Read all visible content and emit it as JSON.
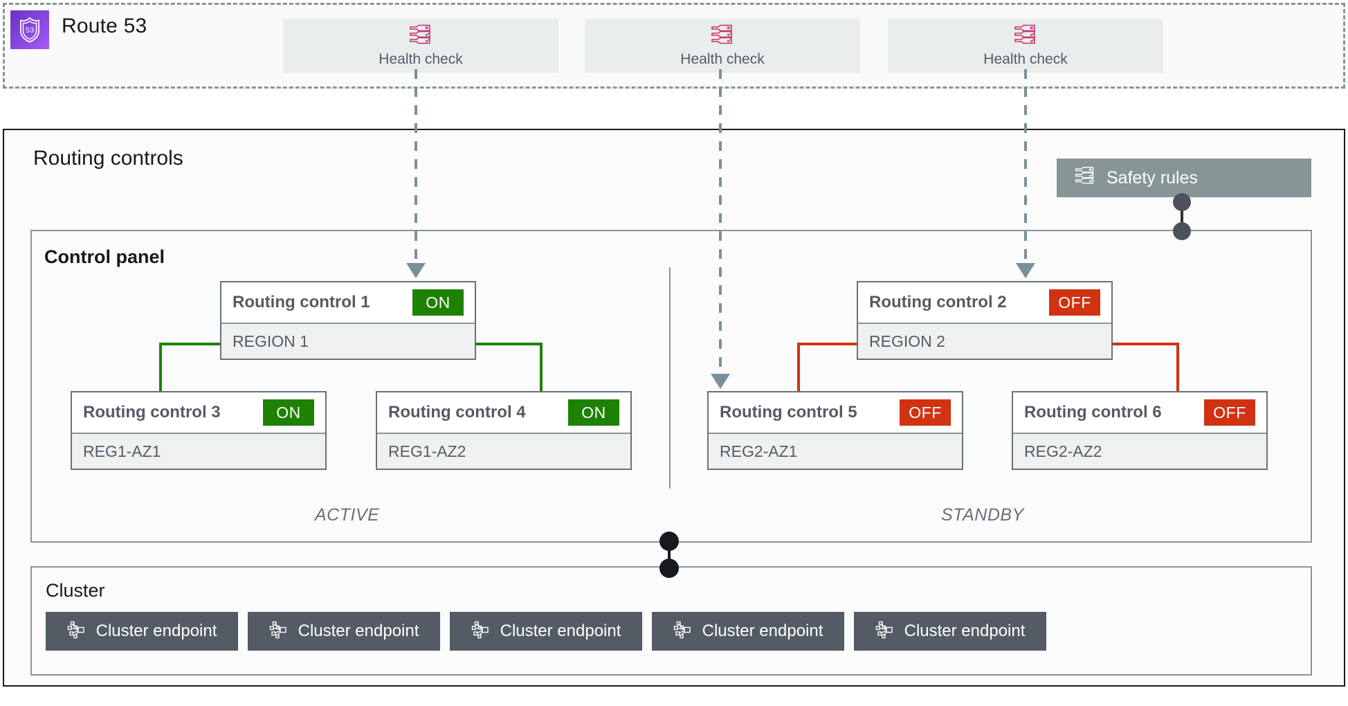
{
  "route53": {
    "title": "Route 53",
    "icon": "route53-icon",
    "icon_text": "53",
    "brand_color": "#8c4fff",
    "health_checks": [
      {
        "label": "Health check",
        "icon": "health-check-icon"
      },
      {
        "label": "Health check",
        "icon": "health-check-icon"
      },
      {
        "label": "Health check",
        "icon": "health-check-icon"
      }
    ]
  },
  "routing_controls": {
    "title": "Routing controls",
    "safety_rules": {
      "label": "Safety rules",
      "icon": "safety-rules-icon",
      "color": "#879596"
    },
    "control_panel": {
      "title": "Control panel",
      "active_label": "ACTIVE",
      "standby_label": "STANDBY",
      "colors": {
        "on": "#1d8102",
        "off": "#d13212"
      },
      "controls": [
        {
          "name": "Routing control 1",
          "state": "ON",
          "scope": "REGION 1",
          "group": "active"
        },
        {
          "name": "Routing control 3",
          "state": "ON",
          "scope": "REG1-AZ1",
          "group": "active"
        },
        {
          "name": "Routing control 4",
          "state": "ON",
          "scope": "REG1-AZ2",
          "group": "active"
        },
        {
          "name": "Routing control 2",
          "state": "OFF",
          "scope": "REGION 2",
          "group": "standby"
        },
        {
          "name": "Routing control 5",
          "state": "OFF",
          "scope": "REG2-AZ1",
          "group": "standby"
        },
        {
          "name": "Routing control 6",
          "state": "OFF",
          "scope": "REG2-AZ2",
          "group": "standby"
        }
      ]
    }
  },
  "cluster": {
    "title": "Cluster",
    "endpoints": [
      {
        "label": "Cluster endpoint",
        "icon": "cluster-endpoint-icon"
      },
      {
        "label": "Cluster endpoint",
        "icon": "cluster-endpoint-icon"
      },
      {
        "label": "Cluster endpoint",
        "icon": "cluster-endpoint-icon"
      },
      {
        "label": "Cluster endpoint",
        "icon": "cluster-endpoint-icon"
      },
      {
        "label": "Cluster endpoint",
        "icon": "cluster-endpoint-icon"
      }
    ]
  }
}
